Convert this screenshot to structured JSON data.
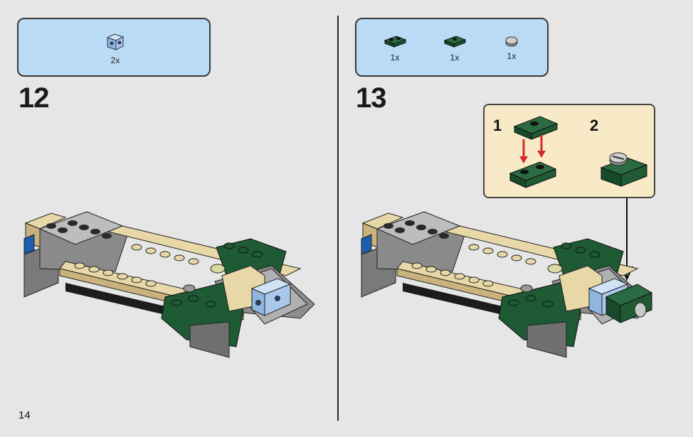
{
  "page_number": "14",
  "steps": [
    {
      "number": "12",
      "parts": [
        {
          "icon": "light-blue-brick-icon",
          "count": "2x"
        }
      ]
    },
    {
      "number": "13",
      "parts": [
        {
          "icon": "green-plate-1x2-icon",
          "count": "1x"
        },
        {
          "icon": "green-plate-1x2-icon",
          "count": "1x"
        },
        {
          "icon": "gray-round-tile-icon",
          "count": "1x"
        }
      ],
      "callout": {
        "sub_step_1": "1",
        "sub_step_2": "2"
      }
    }
  ],
  "colors": {
    "panel": "#b9dbf5",
    "callout": "#f8eac6",
    "tan": "#dec997",
    "green": "#1e5a34",
    "gray": "#a0a0a0",
    "arrow": "#d32a2a"
  }
}
